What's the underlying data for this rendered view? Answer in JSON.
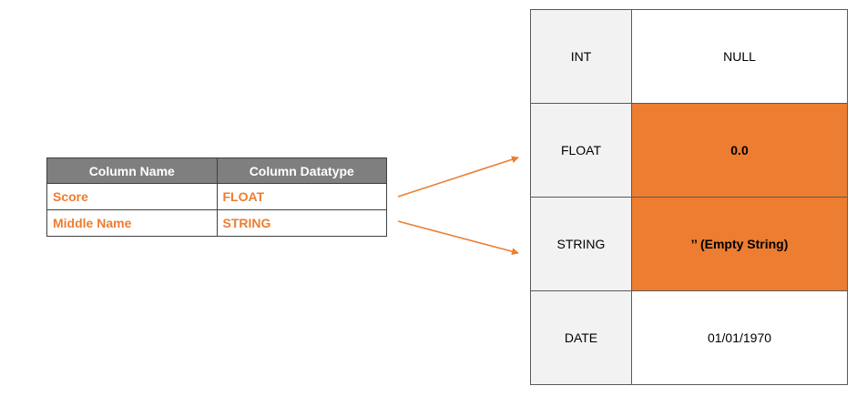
{
  "left_table": {
    "headers": [
      "Column Name",
      "Column Datatype"
    ],
    "rows": [
      {
        "name": "Score",
        "type": "FLOAT"
      },
      {
        "name": "Middle Name",
        "type": "STRING"
      }
    ]
  },
  "right_table": {
    "rows": [
      {
        "type": "INT",
        "default": "NULL",
        "highlighted": false
      },
      {
        "type": "FLOAT",
        "default": "0.0",
        "highlighted": true
      },
      {
        "type": "STRING",
        "default": "’’ (Empty String)",
        "highlighted": true
      },
      {
        "type": "DATE",
        "default": "01/01/1970",
        "highlighted": false
      }
    ]
  },
  "colors": {
    "accent": "#ed7d31",
    "header_bg": "#7f7f7f",
    "type_cell_bg": "#f2f2f2"
  }
}
